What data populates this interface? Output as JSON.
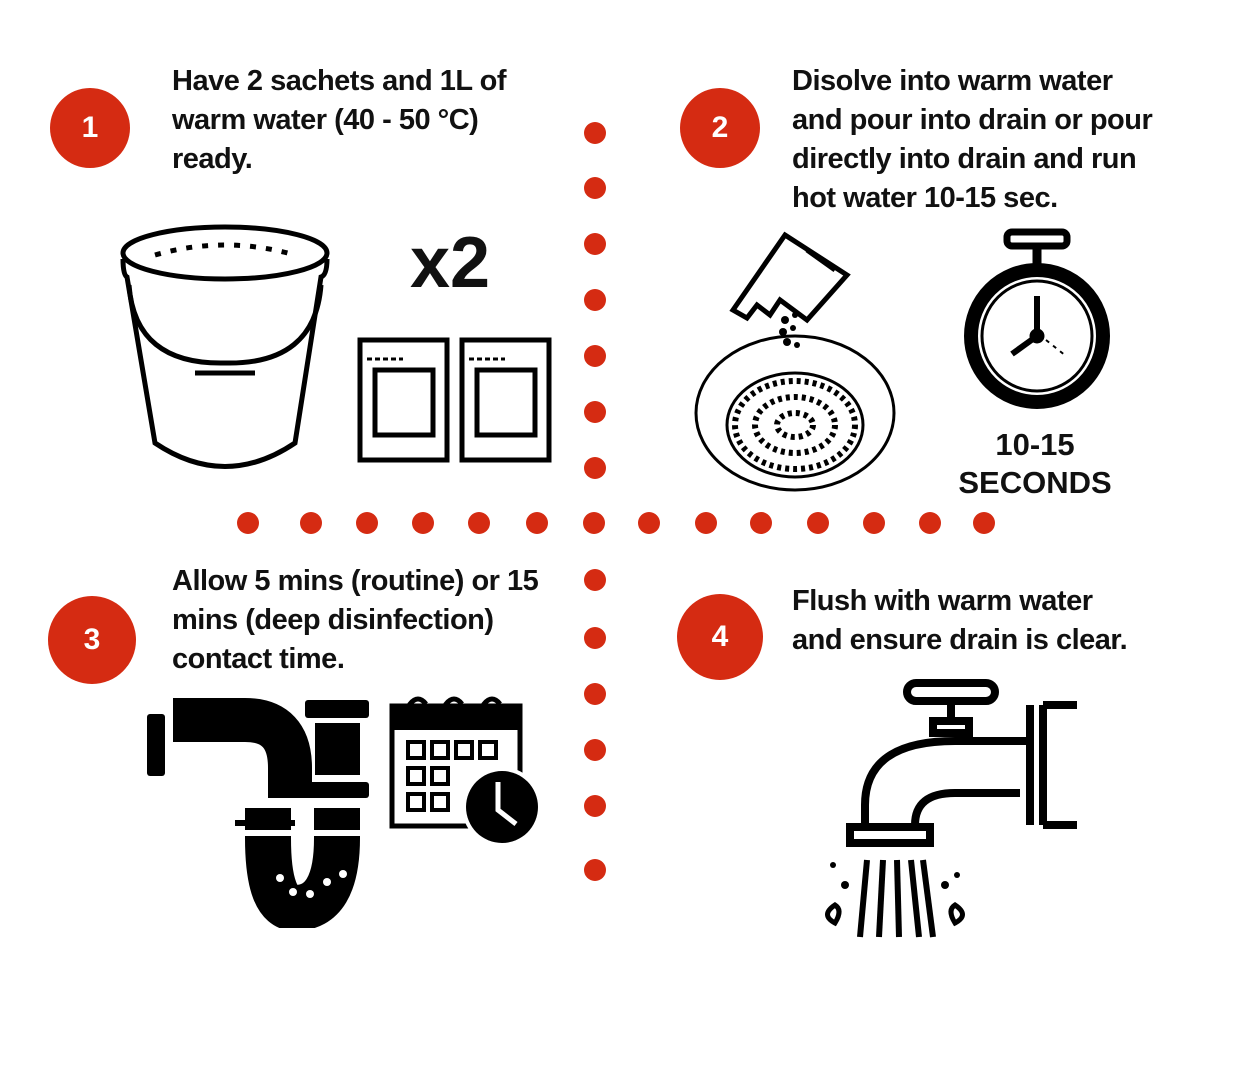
{
  "colors": {
    "accent": "#d52b12",
    "ink": "#111111"
  },
  "steps": [
    {
      "number": "1",
      "lines": [
        "Have 2 sachets and 1L of",
        "warm water (40 - 50 °C)",
        "ready."
      ],
      "multiplier": "x2",
      "icons": [
        "bucket-icon",
        "sachet-icon"
      ]
    },
    {
      "number": "2",
      "lines": [
        "Disolve into warm water",
        "and pour into drain or pour",
        "directly into drain and run",
        "hot water 10-15 sec."
      ],
      "timer_label": [
        "10-15",
        "SECONDS"
      ],
      "icons": [
        "sachet-pour-icon",
        "drain-icon",
        "stopwatch-icon"
      ]
    },
    {
      "number": "3",
      "lines": [
        "Allow 5 mins (routine) or 15",
        "mins (deep disinfection)",
        "contact time."
      ],
      "icons": [
        "pipe-icon",
        "calendar-clock-icon"
      ]
    },
    {
      "number": "4",
      "lines": [
        "Flush with warm water",
        "and ensure drain is clear."
      ],
      "icons": [
        "tap-icon"
      ]
    }
  ]
}
